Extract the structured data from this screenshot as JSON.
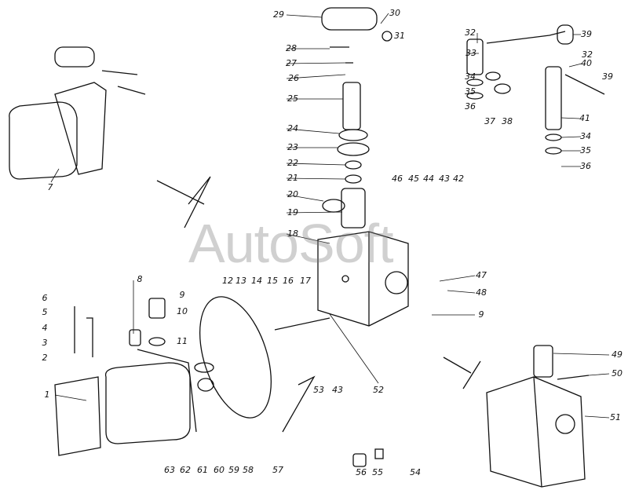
{
  "watermark": "AutoSoft",
  "labels": {
    "l1": "1",
    "l2": "2",
    "l3": "3",
    "l4": "4",
    "l5": "5",
    "l6": "6",
    "l7": "7",
    "l8": "8",
    "l9a": "9",
    "l9b": "9",
    "l10": "10",
    "l11": "11",
    "l12": "12",
    "l13": "13",
    "l14": "14",
    "l15": "15",
    "l16": "16",
    "l17": "17",
    "l18": "18",
    "l19": "19",
    "l20": "20",
    "l21": "21",
    "l22": "22",
    "l23": "23",
    "l24": "24",
    "l25": "25",
    "l26": "26",
    "l27": "27",
    "l28": "28",
    "l29": "29",
    "l30": "30",
    "l31": "31",
    "l32a": "32",
    "l32b": "32",
    "l33": "33",
    "l34a": "34",
    "l34b": "34",
    "l35a": "35",
    "l35b": "35",
    "l36a": "36",
    "l36b": "36",
    "l37": "37",
    "l38": "38",
    "l39a": "39",
    "l39b": "39",
    "l40": "40",
    "l41": "41",
    "l42": "42",
    "l43a": "43",
    "l43b": "43",
    "l44": "44",
    "l45": "45",
    "l46": "46",
    "l47": "47",
    "l48": "48",
    "l49": "49",
    "l50": "50",
    "l51": "51",
    "l52": "52",
    "l53": "53",
    "l54": "54",
    "l55": "55",
    "l56": "56",
    "l57": "57",
    "l58": "58",
    "l59": "59",
    "l60": "60",
    "l61": "61",
    "l62": "62",
    "l63": "63"
  }
}
